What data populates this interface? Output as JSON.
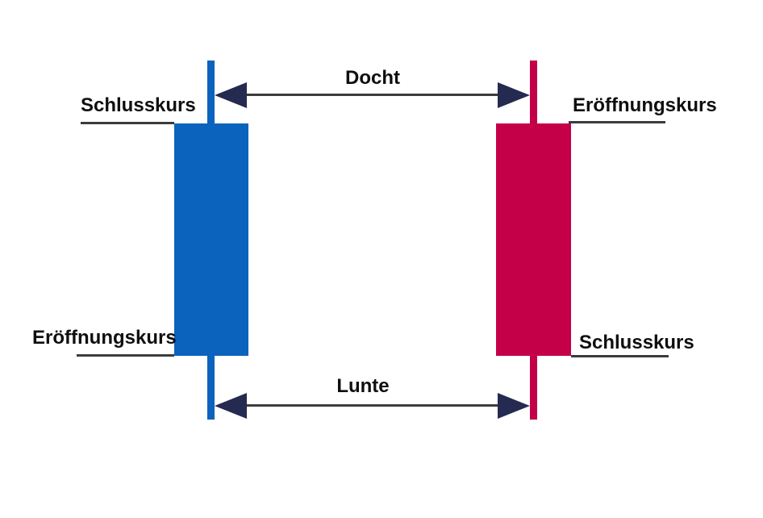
{
  "diagram": {
    "type": "candlestick-anatomy",
    "colors": {
      "background": "#ffffff",
      "bullish": "#0b63bd",
      "bearish": "#c40049",
      "arrowhead": "#252a50",
      "line": "#3c3c3c",
      "text": "#0f0f0f"
    },
    "labels": {
      "top_arrow": "Docht",
      "bottom_arrow": "Lunte",
      "left_candle_top": "Schlusskurs",
      "left_candle_bottom": "Eröffnungskurs",
      "right_candle_top": "Eröffnungskurs",
      "right_candle_bottom": "Schlusskurs"
    }
  }
}
